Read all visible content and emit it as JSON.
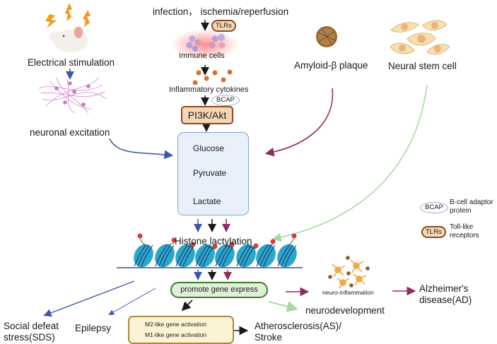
{
  "title_inputs": "infection， ischemia/reperfusion",
  "left_branch": {
    "stimulus_label": "Electrical stimulation",
    "effect_label": "neuronal excitation"
  },
  "center_branch": {
    "tlr_badge": "TLRs",
    "immune_label": "Immune cells",
    "cytokines_label": "Inflammatory cytokines",
    "bcap_badge": "BCAP",
    "pathway_label": "PI3K/Akt"
  },
  "right_inputs": {
    "amyloid_label": "Amyloid-β plaque",
    "stem_label": "Neural stem cell"
  },
  "glycolysis": {
    "steps": [
      "Glucose",
      "Pyruvate",
      "Lactate"
    ]
  },
  "histone_label": "Histone lactylation",
  "promote_label": "promote gene express",
  "macrophage_box": {
    "m2": "M2-like gene activation",
    "m1": "M1-like gene activation"
  },
  "outcomes": {
    "sds": "Social defeat stress(SDS)",
    "sds_line1": "Social defeat",
    "sds_line2": "stress(SDS)",
    "epilepsy": "Epilepsy",
    "as_line1": "Atherosclerosis(AS)/",
    "as_line2": "Stroke",
    "neurodevelopment": "neurodevelopment",
    "neuroinflammation": "neuro-inflammation",
    "ad_line1": "Alzheimer's",
    "ad_line2": "disease(AD)"
  },
  "legend": {
    "items": [
      {
        "badge": "BCAP",
        "line1": "B-cell adaptor",
        "line2": "protein"
      },
      {
        "badge": "TLRs",
        "line1": "Toll-like",
        "line2": "receptors"
      }
    ]
  },
  "colors": {
    "blue_arrow": "#3d58a6",
    "black_arrow": "#1a1a1a",
    "magenta_arrow": "#8e2e5e",
    "green_arrow": "#a8d8a0",
    "nucleosome": "#2aa7c9",
    "lactyl_dot": "#d93b3b",
    "cytokine": "#d9732a"
  }
}
